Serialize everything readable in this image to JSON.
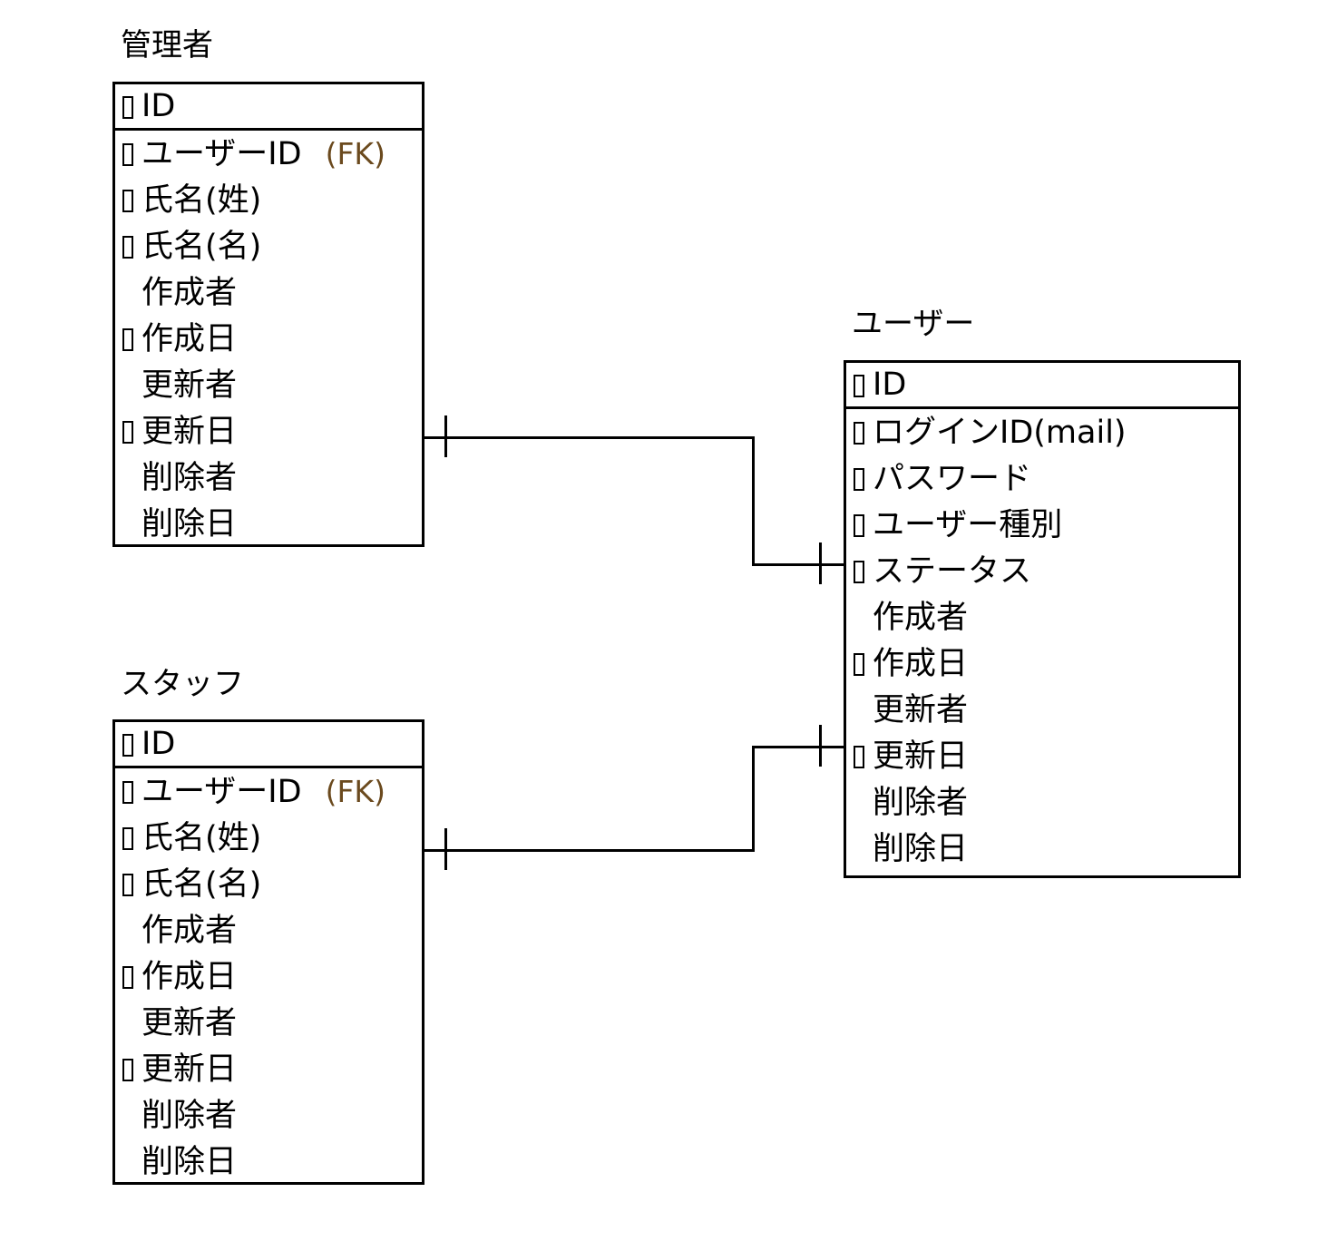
{
  "diagram": {
    "type": "er-diagram",
    "notation": "crows-foot",
    "background_color": "#ffffff",
    "line_color": "#000000",
    "fk_color": "#6b4a1e",
    "text_color": "#000000",
    "marker_glyph": "tofu-box"
  },
  "entities": [
    {
      "id": "kanrisha",
      "name": "管理者",
      "fields": [
        {
          "label": "ID",
          "marker": true,
          "tag": ""
        },
        {
          "label": "ユーザーID",
          "marker": true,
          "tag": "(FK)"
        },
        {
          "label": "氏名(姓)",
          "marker": true,
          "tag": ""
        },
        {
          "label": "氏名(名)",
          "marker": true,
          "tag": ""
        },
        {
          "label": "作成者",
          "marker": false,
          "tag": ""
        },
        {
          "label": "作成日",
          "marker": true,
          "tag": ""
        },
        {
          "label": "更新者",
          "marker": false,
          "tag": ""
        },
        {
          "label": "更新日",
          "marker": true,
          "tag": ""
        },
        {
          "label": "削除者",
          "marker": false,
          "tag": ""
        },
        {
          "label": "削除日",
          "marker": false,
          "tag": ""
        }
      ]
    },
    {
      "id": "staff",
      "name": "スタッフ",
      "fields": [
        {
          "label": "ID",
          "marker": true,
          "tag": ""
        },
        {
          "label": "ユーザーID",
          "marker": true,
          "tag": "(FK)"
        },
        {
          "label": "氏名(姓)",
          "marker": true,
          "tag": ""
        },
        {
          "label": "氏名(名)",
          "marker": true,
          "tag": ""
        },
        {
          "label": "作成者",
          "marker": false,
          "tag": ""
        },
        {
          "label": "作成日",
          "marker": true,
          "tag": ""
        },
        {
          "label": "更新者",
          "marker": false,
          "tag": ""
        },
        {
          "label": "更新日",
          "marker": true,
          "tag": ""
        },
        {
          "label": "削除者",
          "marker": false,
          "tag": ""
        },
        {
          "label": "削除日",
          "marker": false,
          "tag": ""
        }
      ]
    },
    {
      "id": "user",
      "name": "ユーザー",
      "fields": [
        {
          "label": "ID",
          "marker": true,
          "tag": ""
        },
        {
          "label": "ログインID(mail)",
          "marker": true,
          "tag": ""
        },
        {
          "label": "パスワード",
          "marker": true,
          "tag": ""
        },
        {
          "label": "ユーザー種別",
          "marker": true,
          "tag": ""
        },
        {
          "label": "ステータス",
          "marker": true,
          "tag": ""
        },
        {
          "label": "作成者",
          "marker": false,
          "tag": ""
        },
        {
          "label": "作成日",
          "marker": true,
          "tag": ""
        },
        {
          "label": "更新者",
          "marker": false,
          "tag": ""
        },
        {
          "label": "更新日",
          "marker": true,
          "tag": ""
        },
        {
          "label": "削除者",
          "marker": false,
          "tag": ""
        },
        {
          "label": "削除日",
          "marker": false,
          "tag": ""
        }
      ]
    }
  ],
  "relationships": [
    {
      "id": "kanrisha-user",
      "from": "管理者",
      "to": "ユーザー",
      "from_cardinality": "one",
      "to_cardinality": "one"
    },
    {
      "id": "staff-user",
      "from": "スタッフ",
      "to": "ユーザー",
      "from_cardinality": "one",
      "to_cardinality": "one"
    }
  ]
}
